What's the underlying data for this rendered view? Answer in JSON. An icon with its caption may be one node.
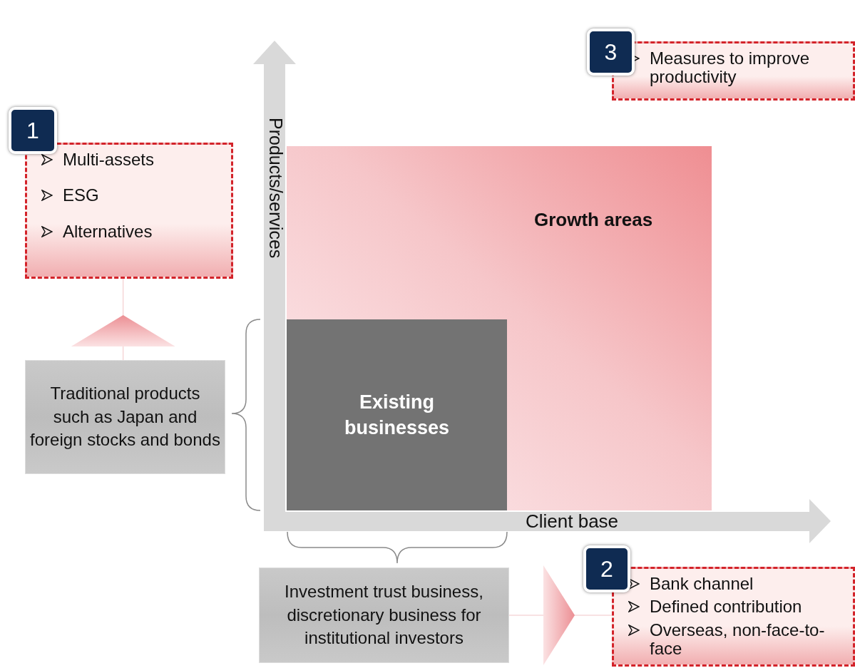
{
  "diagram": {
    "nodes": [
      {
        "text": [
          "1"
        ]
      },
      {
        "text": [
          "Multi-assets",
          "ESG",
          "Alternatives"
        ]
      },
      {
        "text": [
          "Traditional products such as Japan and foreign stocks and bonds"
        ]
      },
      {
        "text": [
          "Growth areas"
        ]
      },
      {
        "text": [
          "Existing businesses"
        ],
        "in": 3
      },
      {
        "text": [
          "Investment trust business, discretionary business for institutional investors"
        ]
      },
      {
        "text": [
          "2"
        ]
      },
      {
        "text": [
          "Bank channel",
          "Defined contribution",
          "Overseas, non-face-to-face"
        ]
      },
      {
        "text": [
          "3"
        ]
      },
      {
        "text": [
          "Measures to improve productivity"
        ]
      }
    ],
    "edges": [
      {
        "from": 2,
        "to": 1,
        "arrow": "to"
      },
      {
        "from": 5,
        "to": 7,
        "arrow": "to"
      }
    ],
    "labels": [
      "Products/services",
      "Client base"
    ]
  }
}
